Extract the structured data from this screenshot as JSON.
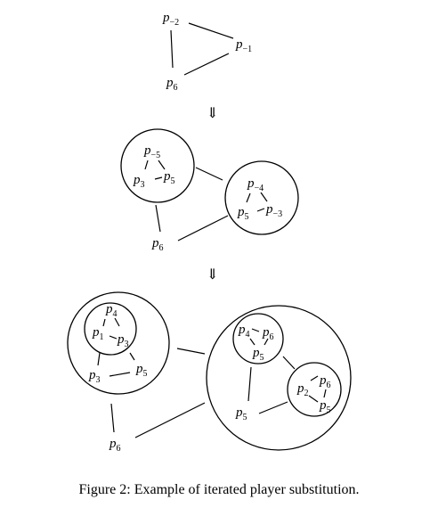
{
  "figure": {
    "caption": "Figure 2: Example of iterated player substitution.",
    "arrow_symbol": "⇓",
    "stages": [
      {
        "name": "stage-1",
        "nodes": [
          {
            "letter": "p",
            "sub": "−2"
          },
          {
            "letter": "p",
            "sub": "−1"
          },
          {
            "letter": "p",
            "sub": "6"
          }
        ]
      },
      {
        "name": "stage-2",
        "nodes": [
          {
            "letter": "p",
            "sub": "−5"
          },
          {
            "letter": "p",
            "sub": "3"
          },
          {
            "letter": "p",
            "sub": "5"
          },
          {
            "letter": "p",
            "sub": "−4"
          },
          {
            "letter": "p",
            "sub": "5"
          },
          {
            "letter": "p",
            "sub": "−3"
          },
          {
            "letter": "p",
            "sub": "6"
          }
        ]
      },
      {
        "name": "stage-3",
        "nodes": [
          {
            "letter": "p",
            "sub": "4"
          },
          {
            "letter": "p",
            "sub": "1"
          },
          {
            "letter": "p",
            "sub": "3"
          },
          {
            "letter": "p",
            "sub": "3"
          },
          {
            "letter": "p",
            "sub": "5"
          },
          {
            "letter": "p",
            "sub": "4"
          },
          {
            "letter": "p",
            "sub": "6"
          },
          {
            "letter": "p",
            "sub": "5"
          },
          {
            "letter": "p",
            "sub": "2"
          },
          {
            "letter": "p",
            "sub": "6"
          },
          {
            "letter": "p",
            "sub": "5"
          },
          {
            "letter": "p",
            "sub": "5"
          },
          {
            "letter": "p",
            "sub": "6"
          }
        ]
      }
    ]
  }
}
